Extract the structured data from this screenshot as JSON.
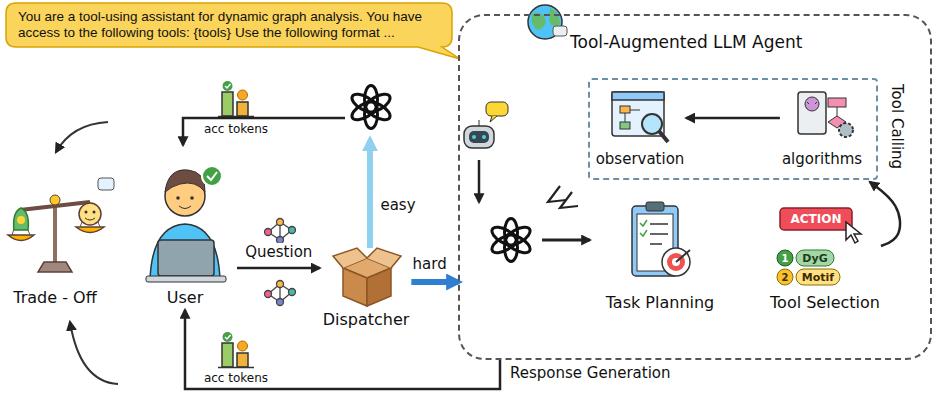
{
  "diagram": {
    "nodes": [
      {
        "text": [
          "You are a tool-using assistant for dynamic graph analysis. You have access to the following tools: {tools} Use the following format ..."
        ]
      },
      {
        "text": [
          "Trade - Off"
        ]
      },
      {
        "text": [
          "User"
        ]
      },
      {
        "text": [
          "Dispatcher"
        ]
      },
      {
        "text": [
          "Tool-Augmented LLM Agent"
        ]
      },
      {
        "text": [
          "Tool Calling"
        ],
        "in": 4
      },
      {
        "text": [
          "observation"
        ],
        "in": 5
      },
      {
        "text": [
          "algorithms"
        ],
        "in": 5
      },
      {
        "text": [
          "Task Planning"
        ],
        "in": 4
      },
      {
        "text": [
          "Tool Selection"
        ],
        "in": 4
      }
    ],
    "edges": [
      {
        "from": 2,
        "to": 3,
        "label": "Question",
        "arrow": "to"
      },
      {
        "from": 3,
        "to": 4,
        "label": "hard",
        "arrow": "to"
      },
      {
        "from": 4,
        "to": 2,
        "label": "Response Generation",
        "arrow": "to"
      },
      {
        "from": 7,
        "to": 6,
        "arrow": "to"
      },
      {
        "from": 9,
        "to": 5,
        "arrow": "to"
      }
    ],
    "labels": [
      "easy",
      "acc tokens",
      "acc tokens",
      "ACTION",
      "1",
      "DyG",
      "2",
      "Motif"
    ]
  }
}
